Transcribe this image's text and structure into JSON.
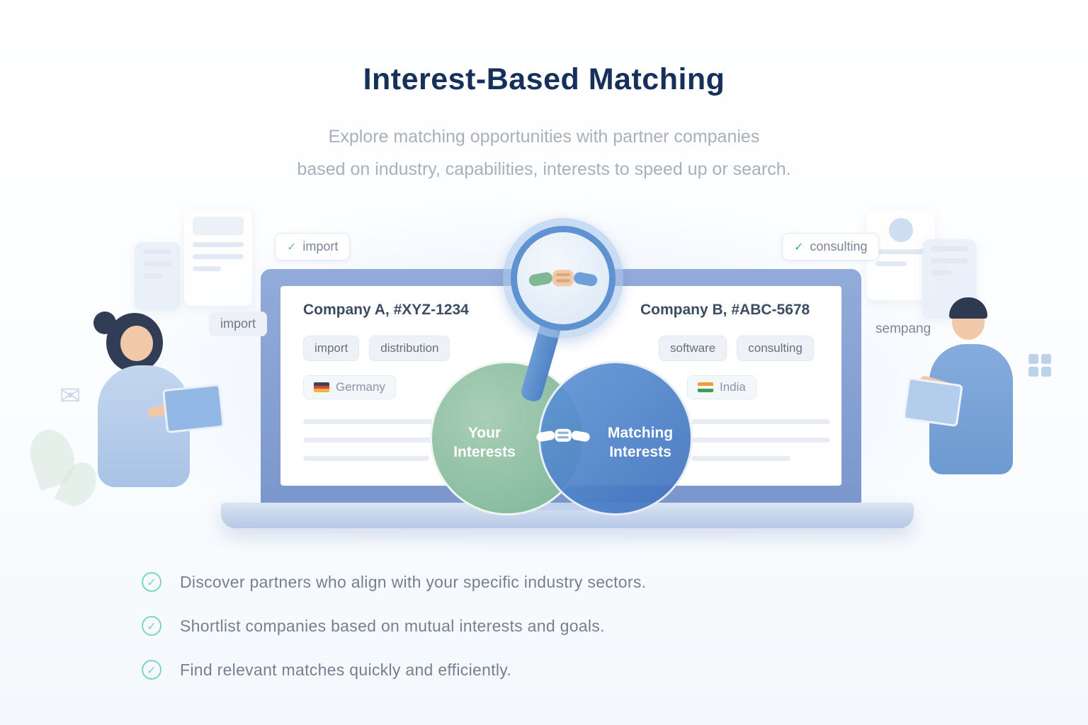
{
  "header": {
    "title": "Interest-Based Matching",
    "subtitle_line1": "Explore matching opportunities with partner companies",
    "subtitle_line2": "based on industry, capabilities, interests to speed up or search."
  },
  "floating": {
    "check_glyph": "✓",
    "left_tag": "import",
    "right_tag": "consulting",
    "side_left_tag": "import",
    "side_right_text": "sempang"
  },
  "screen": {
    "company_a": {
      "name": "Company A, #XYZ-1234",
      "tag1": "import",
      "tag2": "distribution",
      "country": "Germany"
    },
    "company_b": {
      "name": "Company B, #ABC-5678",
      "tag1": "software",
      "tag2": "consulting",
      "country": "India"
    }
  },
  "venn": {
    "left_label": "Your Interests",
    "right_label": "Matching Interests"
  },
  "checklist": {
    "check_glyph": "✓",
    "items": [
      "Discover partners who align with your specific industry sectors.",
      "Shortlist companies based on mutual interests and goals.",
      "Find relevant matches quickly and efficiently."
    ]
  },
  "colors": {
    "title_navy": "#16305c",
    "accent_blue": "#5e92d0",
    "venn_green": "#7cb598",
    "venn_blue": "#4a81c8",
    "check_teal": "#7fd4c1"
  }
}
